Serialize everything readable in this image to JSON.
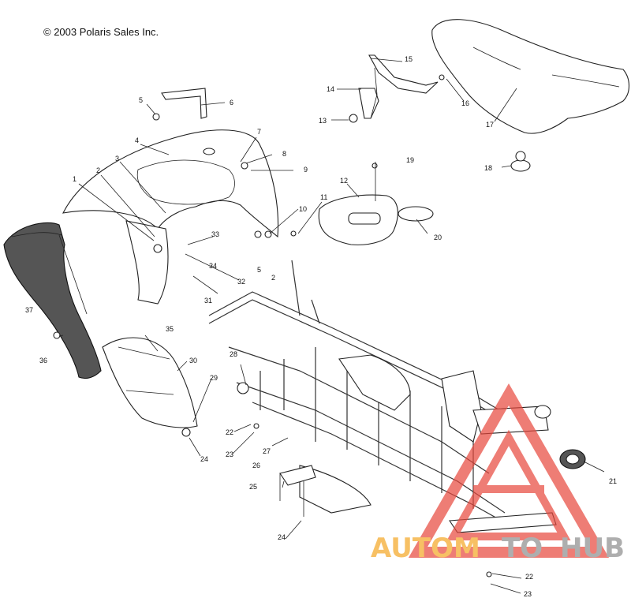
{
  "copyright": "© 2003 Polaris Sales Inc.",
  "watermark": {
    "part1": "AUTOM",
    "part2": "TO",
    "part3": "HUB",
    "color_orange": "#f5a623",
    "color_gray": "#8c8c8c",
    "color_red": "#e8473c"
  },
  "callouts": [
    "1",
    "2",
    "3",
    "4",
    "5",
    "6",
    "7",
    "8",
    "9",
    "10",
    "11",
    "12",
    "13",
    "14",
    "15",
    "16",
    "17",
    "18",
    "19",
    "20",
    "21",
    "22",
    "23",
    "24",
    "25",
    "26",
    "27",
    "28",
    "29",
    "30",
    "31",
    "32",
    "33",
    "34",
    "35",
    "36",
    "37",
    "2",
    "5",
    "22",
    "23",
    "24"
  ]
}
